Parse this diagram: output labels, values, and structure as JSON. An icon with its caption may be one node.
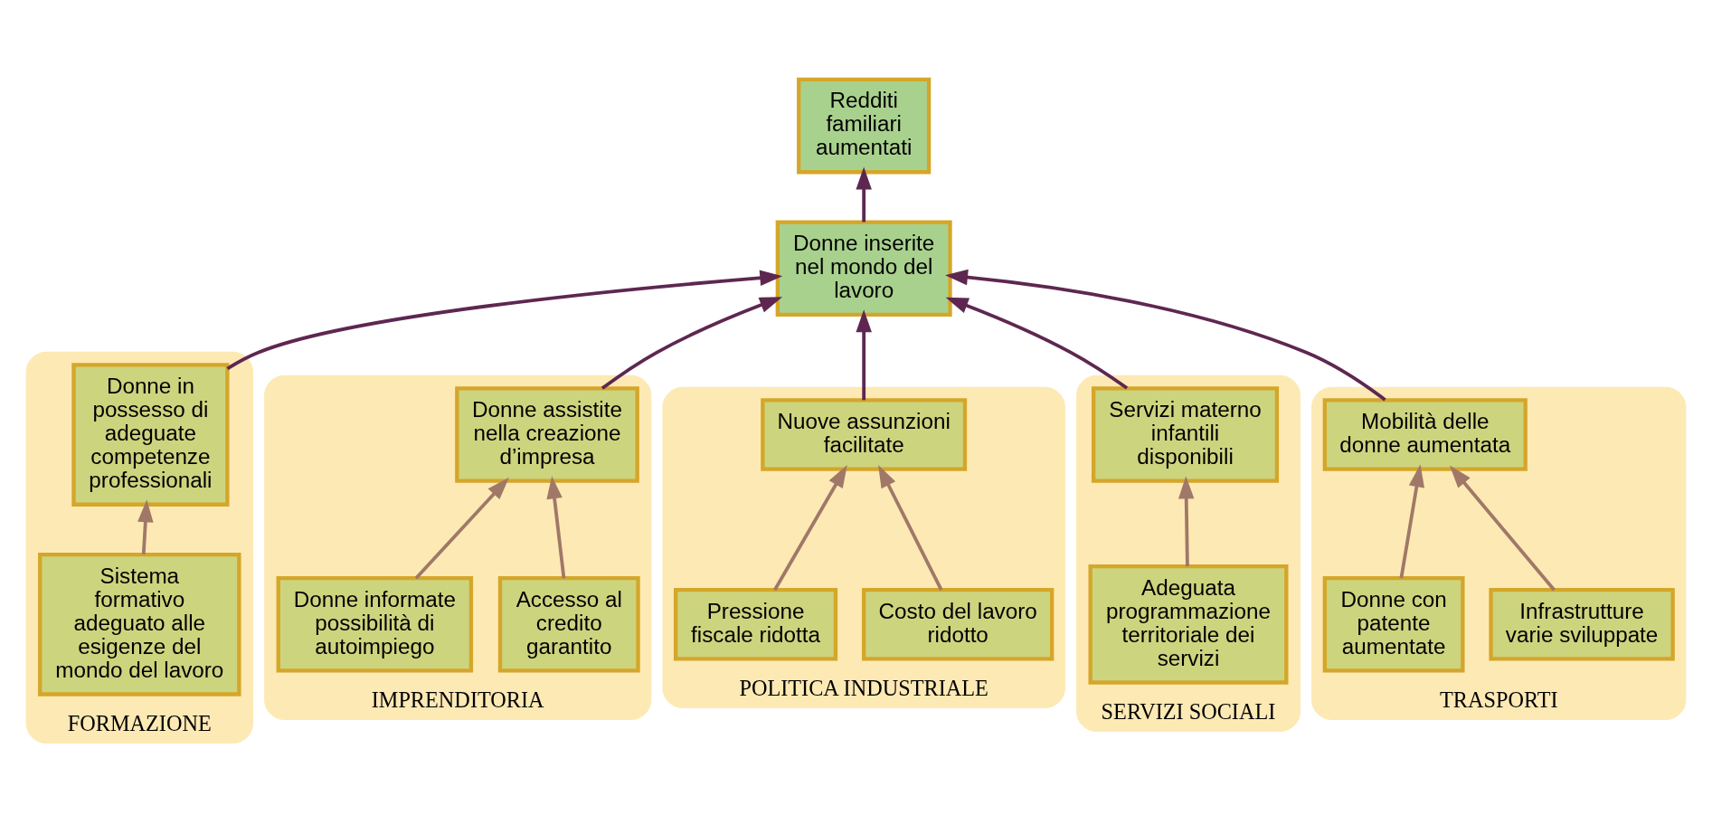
{
  "diagram": {
    "nodes": [
      {
        "text": [
          "Redditi familiari aumentati"
        ]
      },
      {
        "text": [
          "Donne inserite nel mondo del lavoro"
        ]
      },
      {
        "text": [
          "FORMAZIONE"
        ]
      },
      {
        "text": [
          "Donne in possesso di adeguate competenze professionali"
        ],
        "in": 2
      },
      {
        "text": [
          "Sistema formativo adeguato alle esigenze del mondo del lavoro"
        ],
        "in": 2
      },
      {
        "text": [
          "IMPRENDITORIA"
        ]
      },
      {
        "text": [
          "Donne assistite nella creazione d’impresa"
        ],
        "in": 5
      },
      {
        "text": [
          "Accesso al credito garantito"
        ],
        "in": 5
      },
      {
        "text": [
          "Donne informate possibilità di autoimpiego"
        ],
        "in": 5
      },
      {
        "text": [
          "POLITICA INDUSTRIALE"
        ]
      },
      {
        "text": [
          "Nuove assunzioni facilitate"
        ],
        "in": 9
      },
      {
        "text": [
          "Costo del lavoro ridotto"
        ],
        "in": 9
      },
      {
        "text": [
          "Pressione fiscale ridotta"
        ],
        "in": 9
      },
      {
        "text": [
          "SERVIZI SOCIALI"
        ]
      },
      {
        "text": [
          "Servizi materno infantili disponibili"
        ],
        "in": 13
      },
      {
        "text": [
          "Adeguata programmazione territoriale dei servizi"
        ],
        "in": 13
      },
      {
        "text": [
          "TRASPORTI"
        ]
      },
      {
        "text": [
          "Mobilità delle donne aumentata"
        ],
        "in": 16
      },
      {
        "text": [
          "Infrastrutture varie sviluppate"
        ],
        "in": 16
      },
      {
        "text": [
          "Donne con patente aumentate"
        ],
        "in": 16
      }
    ],
    "edges": [
      {
        "from": 1,
        "to": 0,
        "arrow": "to",
        "color": "#5e2750"
      },
      {
        "from": 3,
        "to": 1,
        "arrow": "to",
        "color": "#5e2750"
      },
      {
        "from": 6,
        "to": 1,
        "arrow": "to",
        "color": "#5e2750"
      },
      {
        "from": 10,
        "to": 1,
        "arrow": "to",
        "color": "#5e2750"
      },
      {
        "from": 14,
        "to": 1,
        "arrow": "to",
        "color": "#5e2750"
      },
      {
        "from": 17,
        "to": 1,
        "arrow": "to",
        "color": "#5e2750"
      },
      {
        "from": 4,
        "to": 3,
        "arrow": "to"
      },
      {
        "from": 7,
        "to": 6,
        "arrow": "to"
      },
      {
        "from": 8,
        "to": 6,
        "arrow": "to"
      },
      {
        "from": 11,
        "to": 10,
        "arrow": "to"
      },
      {
        "from": 12,
        "to": 10,
        "arrow": "to"
      },
      {
        "from": 15,
        "to": 14,
        "arrow": "to"
      },
      {
        "from": 18,
        "to": 17,
        "arrow": "to"
      },
      {
        "from": 19,
        "to": 17,
        "arrow": "to"
      }
    ]
  }
}
